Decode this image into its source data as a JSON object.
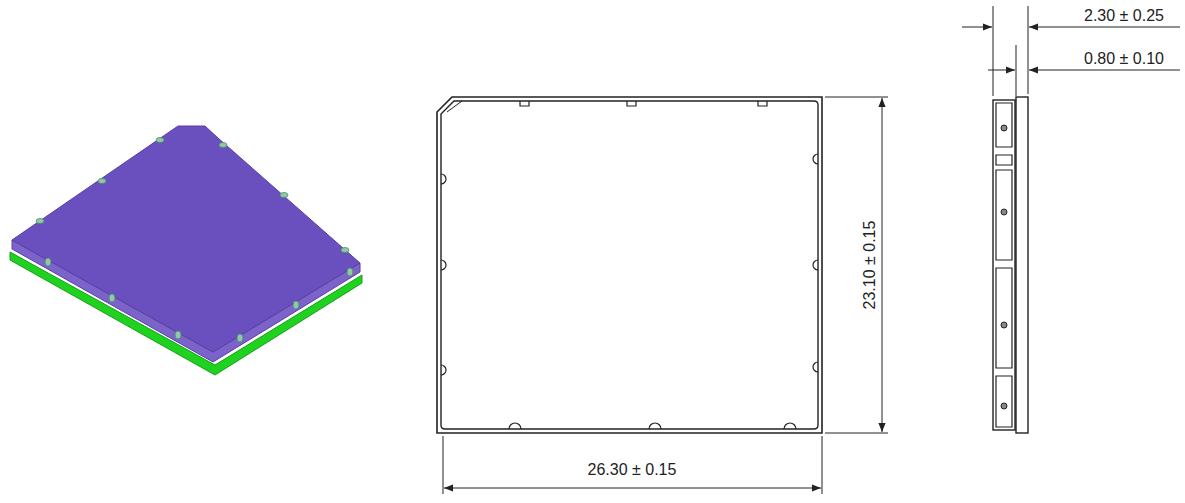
{
  "diagram": {
    "labels": [
      "2.30 ± 0.25",
      "0.80 ± 0.10",
      "23.10 ± 0.15",
      "26.30 ± 0.15"
    ]
  }
}
